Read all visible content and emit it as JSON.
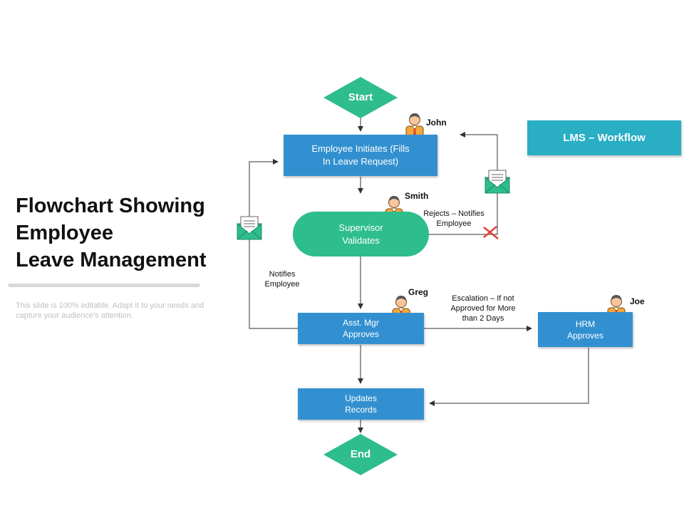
{
  "title_lines": [
    "Flowchart Showing",
    "Employee",
    "Leave Management"
  ],
  "subtitle": "This slide is 100% editable. Adapt it to your needs and capture your audience’s attention.",
  "badge": "LMS – Workflow",
  "nodes": {
    "start": "Start",
    "initiate": [
      "Employee Initiates (Fills",
      "In Leave Request)"
    ],
    "supervisor": [
      "Supervisor",
      "Validates"
    ],
    "asst_mgr": [
      "Asst. Mgr",
      "Approves"
    ],
    "hrm": [
      "HRM",
      "Approves"
    ],
    "updates": [
      "Updates",
      "Records"
    ],
    "end": "End"
  },
  "people": {
    "john": "John",
    "smith": "Smith",
    "greg": "Greg",
    "joe": "Joe"
  },
  "annotations": {
    "rejects": [
      "Rejects – Notifies",
      "Employee"
    ],
    "notifies": [
      "Notifies",
      "Employee"
    ],
    "escalation": [
      "Escalation – If not",
      "Approved for More",
      "than 2 Days"
    ]
  },
  "colors": {
    "diamond": "#2ebd8c",
    "box": "#3390d0",
    "pill": "#2ebd8c",
    "badge": "#29aec4",
    "reject_mark": "#e0413a"
  },
  "icons": [
    "person-icon",
    "envelope-icon",
    "reject-x-icon"
  ]
}
